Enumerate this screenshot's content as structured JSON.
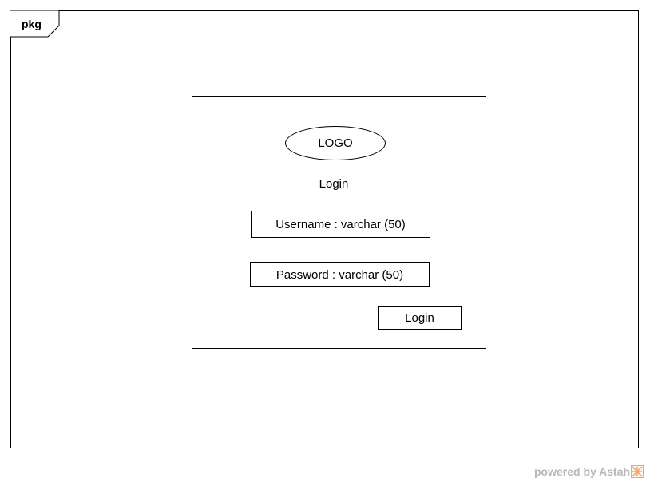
{
  "diagram": {
    "frame_label": "pkg"
  },
  "screen": {
    "logo_text": "LOGO",
    "title": "Login",
    "username_field": "Username : varchar (50)",
    "password_field": "Password : varchar (50)",
    "login_button": "Login"
  },
  "footer": {
    "watermark_text": "powered by Astah",
    "watermark_icon": "astah-logo-icon"
  },
  "colors": {
    "line": "#000000",
    "background": "#ffffff",
    "watermark_text": "#b8b8b8",
    "watermark_logo": "#f4a36a"
  }
}
